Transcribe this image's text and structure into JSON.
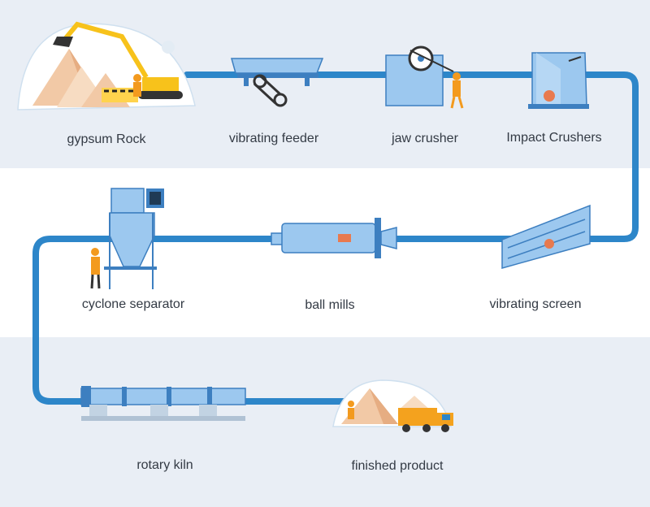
{
  "diagram": {
    "steps": [
      {
        "label": "gypsum Rock"
      },
      {
        "label": "vibrating feeder"
      },
      {
        "label": "jaw crusher"
      },
      {
        "label": "Impact Crushers"
      },
      {
        "label": "vibrating screen"
      },
      {
        "label": "ball mills"
      },
      {
        "label": "cyclone separator"
      },
      {
        "label": "rotary kiln"
      },
      {
        "label": "finished product"
      }
    ],
    "colors": {
      "pipe": "#2d86c9",
      "machine": "#9cc8ef",
      "machine_dark": "#3d7fc0",
      "worker": "#f39a1e",
      "sand": "#f2c9a6",
      "truck": "#f4a21e"
    }
  }
}
